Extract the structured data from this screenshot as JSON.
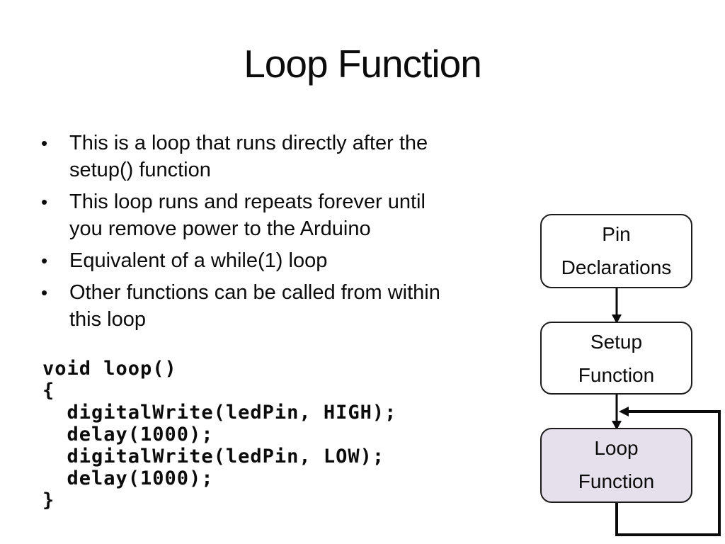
{
  "slide": {
    "title": "Loop Function"
  },
  "bullet_char": "•",
  "bullets": [
    {
      "lines": [
        "This is a loop that runs directly after the",
        "setup() function"
      ]
    },
    {
      "lines": [
        "This loop runs and repeats forever until",
        "you remove power to the Arduino"
      ]
    },
    {
      "lines": [
        "Equivalent of a while(1) loop"
      ]
    },
    {
      "lines": [
        "Other functions can be called from within",
        "this loop"
      ]
    }
  ],
  "code": {
    "lines": [
      "void loop()",
      "{",
      "  digitalWrite(ledPin, HIGH);",
      "  delay(1000);",
      "  digitalWrite(ledPin, LOW);",
      "  delay(1000);",
      "}"
    ]
  },
  "flowchart": {
    "nodes": [
      {
        "id": "pin-declarations",
        "lines": [
          "Pin",
          "Declarations"
        ],
        "highlighted": false
      },
      {
        "id": "setup-function",
        "lines": [
          "Setup",
          "Function"
        ],
        "highlighted": false
      },
      {
        "id": "loop-function",
        "lines": [
          "Loop",
          "Function"
        ],
        "highlighted": true
      }
    ],
    "colors": {
      "node_fill": "#ffffff",
      "highlighted_node_fill": "#e6e0ec",
      "stroke": "#000000"
    }
  }
}
